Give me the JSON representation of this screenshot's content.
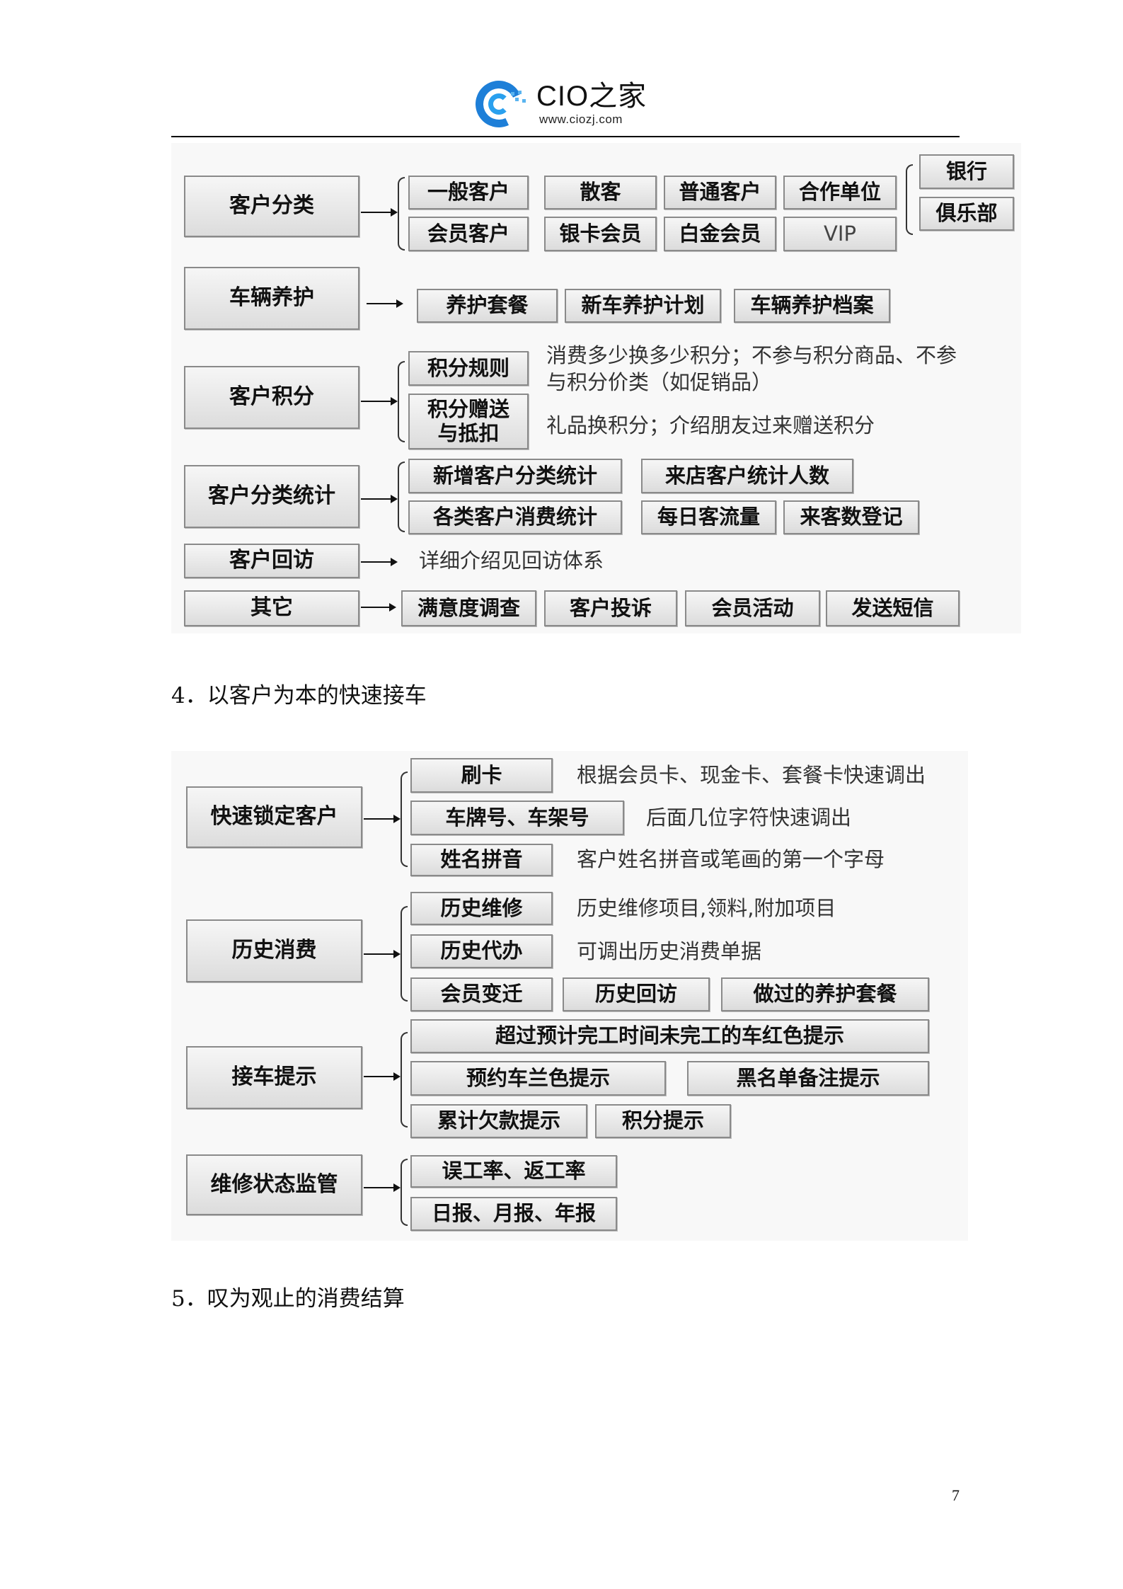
{
  "header": {
    "logo_title": "CIO之家",
    "logo_url": "www.ciozj.com"
  },
  "diagram1": {
    "customer_classification": {
      "label": "客户分类",
      "items": [
        "一般客户",
        "散客",
        "普通客户",
        "合作单位",
        "会员客户",
        "银卡会员",
        "白金会员",
        "VIP"
      ],
      "sub_items": [
        "银行",
        "俱乐部"
      ]
    },
    "vehicle_maintenance": {
      "label": "车辆养护",
      "items": [
        "养护套餐",
        "新车养护计划",
        "车辆养护档案"
      ]
    },
    "customer_points": {
      "label": "客户积分",
      "items": [
        "积分规则",
        "积分赠送与抵扣"
      ],
      "notes": [
        "消费多少换多少积分；不参与积分商品、不参",
        "与积分价类（如促销品）",
        "礼品换积分；介绍朋友过来赠送积分"
      ]
    },
    "classification_stats": {
      "label": "客户分类统计",
      "items": [
        "新增客户分类统计",
        "来店客户统计人数",
        "各类客户消费统计",
        "每日客流量",
        "来客数登记"
      ]
    },
    "customer_revisit": {
      "label": "客户回访",
      "note": "详细介绍见回访体系"
    },
    "other": {
      "label": "其它",
      "items": [
        "满意度调查",
        "客户投诉",
        "会员活动",
        "发送短信"
      ]
    }
  },
  "section4": {
    "heading": "4．以客户为本的快速接车"
  },
  "diagram2": {
    "quick_lock": {
      "label": "快速锁定客户",
      "items": [
        "刷卡",
        "车牌号、车架号",
        "姓名拼音"
      ],
      "notes": [
        "根据会员卡、现金卡、套餐卡快速调出",
        "后面几位字符快速调出",
        "客户姓名拼音或笔画的第一个字母"
      ]
    },
    "history": {
      "label": "历史消费",
      "items": [
        "历史维修",
        "历史代办",
        "会员变迁",
        "历史回访",
        "做过的养护套餐"
      ],
      "notes": [
        "历史维修项目,领料,附加项目",
        "可调出历史消费单据"
      ]
    },
    "reception_tips": {
      "label": "接车提示",
      "items": [
        "超过预计完工时间未完工的车红色提示",
        "预约车兰色提示",
        "黑名单备注提示",
        "累计欠款提示",
        "积分提示"
      ]
    },
    "repair_monitor": {
      "label": "维修状态监管",
      "items": [
        "误工率、返工率",
        "日报、月报、年报"
      ]
    }
  },
  "section5": {
    "heading": "5．叹为观止的消费结算"
  },
  "footer": {
    "page_number": "7"
  }
}
